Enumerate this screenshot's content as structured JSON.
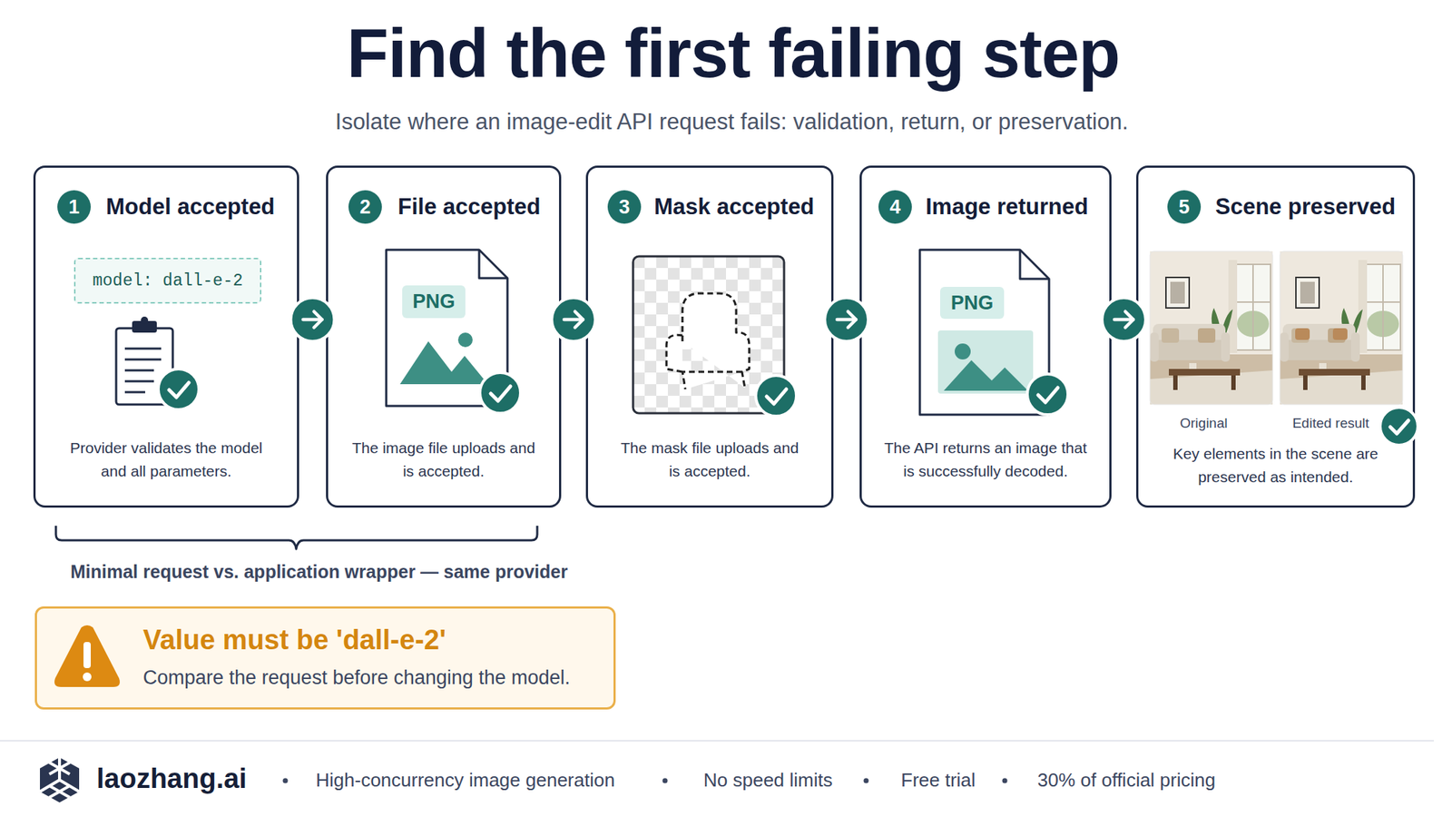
{
  "diagram": {
    "title": "Find the first failing step",
    "caption": "Isolate where an image-edit API request fails: validation, return, or preservation.",
    "nodes": [
      {
        "text": [
          "Model accepted",
          "Provider validates the model and all parameters."
        ]
      },
      {
        "text": [
          "1"
        ],
        "in": 0
      },
      {
        "text": [
          "model: dall-e-2"
        ],
        "in": 0
      },
      {
        "text": [
          "File accepted",
          "The image file uploads and is accepted."
        ]
      },
      {
        "text": [
          "2"
        ],
        "in": 3
      },
      {
        "text": [
          "PNG"
        ],
        "in": 3
      },
      {
        "text": [
          "Mask accepted",
          "The mask file uploads and is accepted."
        ]
      },
      {
        "text": [
          "3"
        ],
        "in": 6
      },
      {
        "text": [
          "Image returned",
          "The API returns an image that is successfully decoded."
        ]
      },
      {
        "text": [
          "4"
        ],
        "in": 8
      },
      {
        "text": [
          "PNG"
        ],
        "in": 8
      },
      {
        "text": [
          "Scene preserved",
          "Key elements in the scene are preserved as intended."
        ]
      },
      {
        "text": [
          "5"
        ],
        "in": 11
      },
      {
        "text": [
          "Value must be 'dall-e-2'",
          "Compare the request before changing the model."
        ]
      }
    ],
    "edges": [
      {
        "from": 0,
        "to": 3,
        "arrow": "to"
      },
      {
        "from": 3,
        "to": 6,
        "arrow": "to"
      },
      {
        "from": 6,
        "to": 8,
        "arrow": "to"
      },
      {
        "from": 8,
        "to": 11,
        "arrow": "to"
      }
    ],
    "labels": [
      "Original",
      "Edited result",
      "Minimal request vs. application wrapper — same provider",
      "laozhang.ai",
      "High-concurrency image generation",
      "No speed limits",
      "Free trial",
      "30% of official pricing"
    ]
  }
}
